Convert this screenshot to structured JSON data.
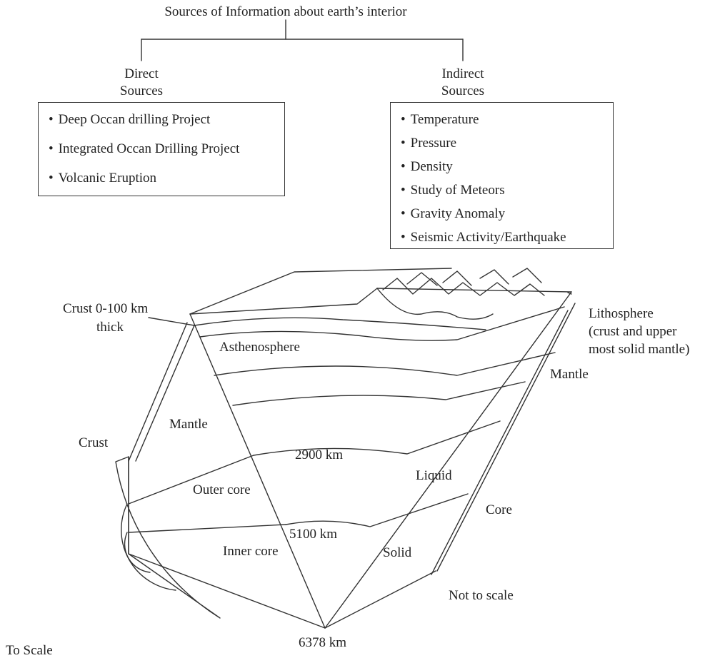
{
  "tree": {
    "title": "Sources of Information about earth’s interior",
    "direct": {
      "heading_line1": "Direct",
      "heading_line2": "Sources",
      "items": [
        "Deep Occan drilling Project",
        "Integrated Occan Drilling Project",
        "Volcanic Eruption"
      ]
    },
    "indirect": {
      "heading_line1": "Indirect",
      "heading_line2": "Sources",
      "items": [
        "Temperature",
        "Pressure",
        "Density",
        "Study of Meteors",
        "Gravity Anomaly",
        "Seismic Activity/Earthquake"
      ]
    }
  },
  "diagram": {
    "labels": {
      "crust_thickness_1": "Crust 0-100 km",
      "crust_thickness_2": "thick",
      "asthenosphere": "Asthenosphere",
      "mantle_inner": "Mantle",
      "crust_left": "Crust",
      "depth_2900": "2900 km",
      "outer_core": "Outer core",
      "liquid": "Liquid",
      "depth_5100": "5100 km",
      "inner_core": "Inner core",
      "solid": "Solid",
      "depth_6378": "6378 km",
      "lithosphere_1": "Lithosphere",
      "lithosphere_2": "(crust and upper",
      "lithosphere_3": "most solid mantle)",
      "mantle_right": "Mantle",
      "core_right": "Core",
      "not_to_scale": "Not to scale",
      "to_scale": "To Scale"
    }
  }
}
